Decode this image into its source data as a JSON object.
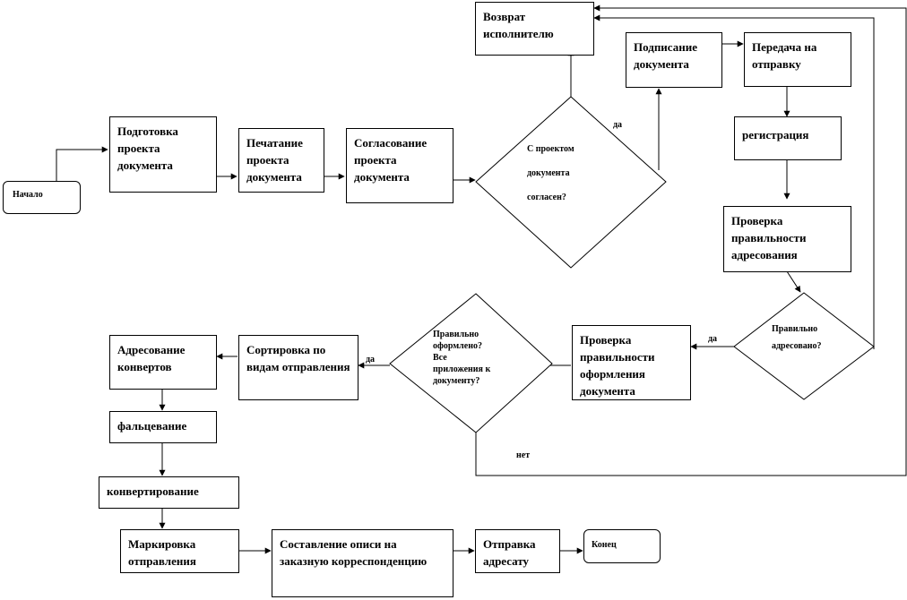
{
  "nodes": {
    "start": "Начало",
    "prepare": "Подготовка проекта документа",
    "print": "Печатание проекта документа",
    "approve": "Согласование проекта документа",
    "decision_agreed": {
      "line1": "С проектом",
      "line2": "документа",
      "line3": "согласен?"
    },
    "return": "Возврат исполнителю",
    "sign": "Подписание документа",
    "transfer": "Передача на отправку",
    "register": "регистрация",
    "check_address": "Проверка правильности адресования",
    "decision_address": {
      "line1": "Правильно",
      "line2": "адресовано?"
    },
    "check_format": "Проверка правильности оформления документа",
    "decision_format": {
      "line1": "Правильно",
      "line2": "оформлено?",
      "line3": "Все",
      "line4": "приложения к",
      "line5": "документу?"
    },
    "sort": "Сортировка по видам отправления",
    "address_env": "Адресование конвертов",
    "fold": "фальцевание",
    "envelope": "конвертирование",
    "mark": "Маркировка отправления",
    "inventory": "Составление описи на заказную корреспонденцию",
    "send": "Отправка адресату",
    "end": "Конец"
  },
  "edge_labels": {
    "yes_agreed": "да",
    "yes_address": "да",
    "yes_format": "да",
    "no_format": "нет"
  }
}
